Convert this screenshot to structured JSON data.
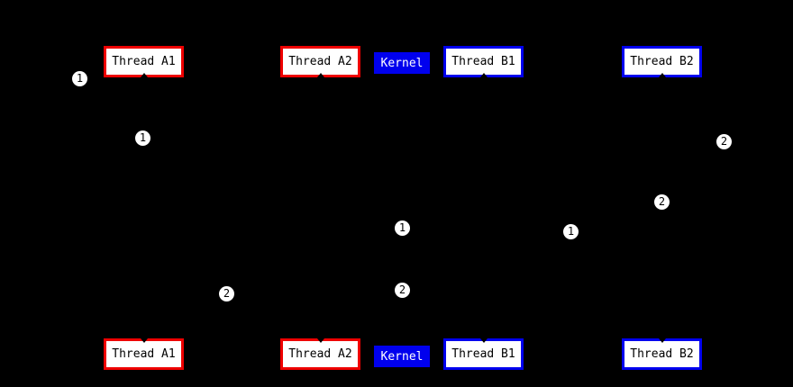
{
  "diagram": {
    "type": "sequence-diagram",
    "entities": {
      "thread_a1": {
        "label": "Thread A1",
        "style": "red-outline"
      },
      "thread_a2": {
        "label": "Thread A2",
        "style": "red-outline"
      },
      "kernel": {
        "label": "Kernel",
        "style": "blue-filled"
      },
      "thread_b1": {
        "label": "Thread B1",
        "style": "blue-outline"
      },
      "thread_b2": {
        "label": "Thread B2",
        "style": "blue-outline"
      }
    },
    "badges": {
      "b1": {
        "label": "1"
      },
      "b2": {
        "label": "1"
      },
      "b3": {
        "label": "2"
      },
      "b4": {
        "label": "2"
      },
      "b5": {
        "label": "1"
      },
      "b6": {
        "label": "1"
      },
      "b7": {
        "label": "2"
      },
      "b8": {
        "label": "2"
      }
    },
    "colors": {
      "background": "#000000",
      "thread_a_border": "#ee0000",
      "thread_b_border": "#0000ee",
      "kernel_fill": "#0000ee",
      "kernel_text": "#ffffff",
      "box_fill": "#ffffff",
      "box_text": "#000000",
      "badge_fill": "#ffffff",
      "badge_text": "#000000"
    }
  }
}
